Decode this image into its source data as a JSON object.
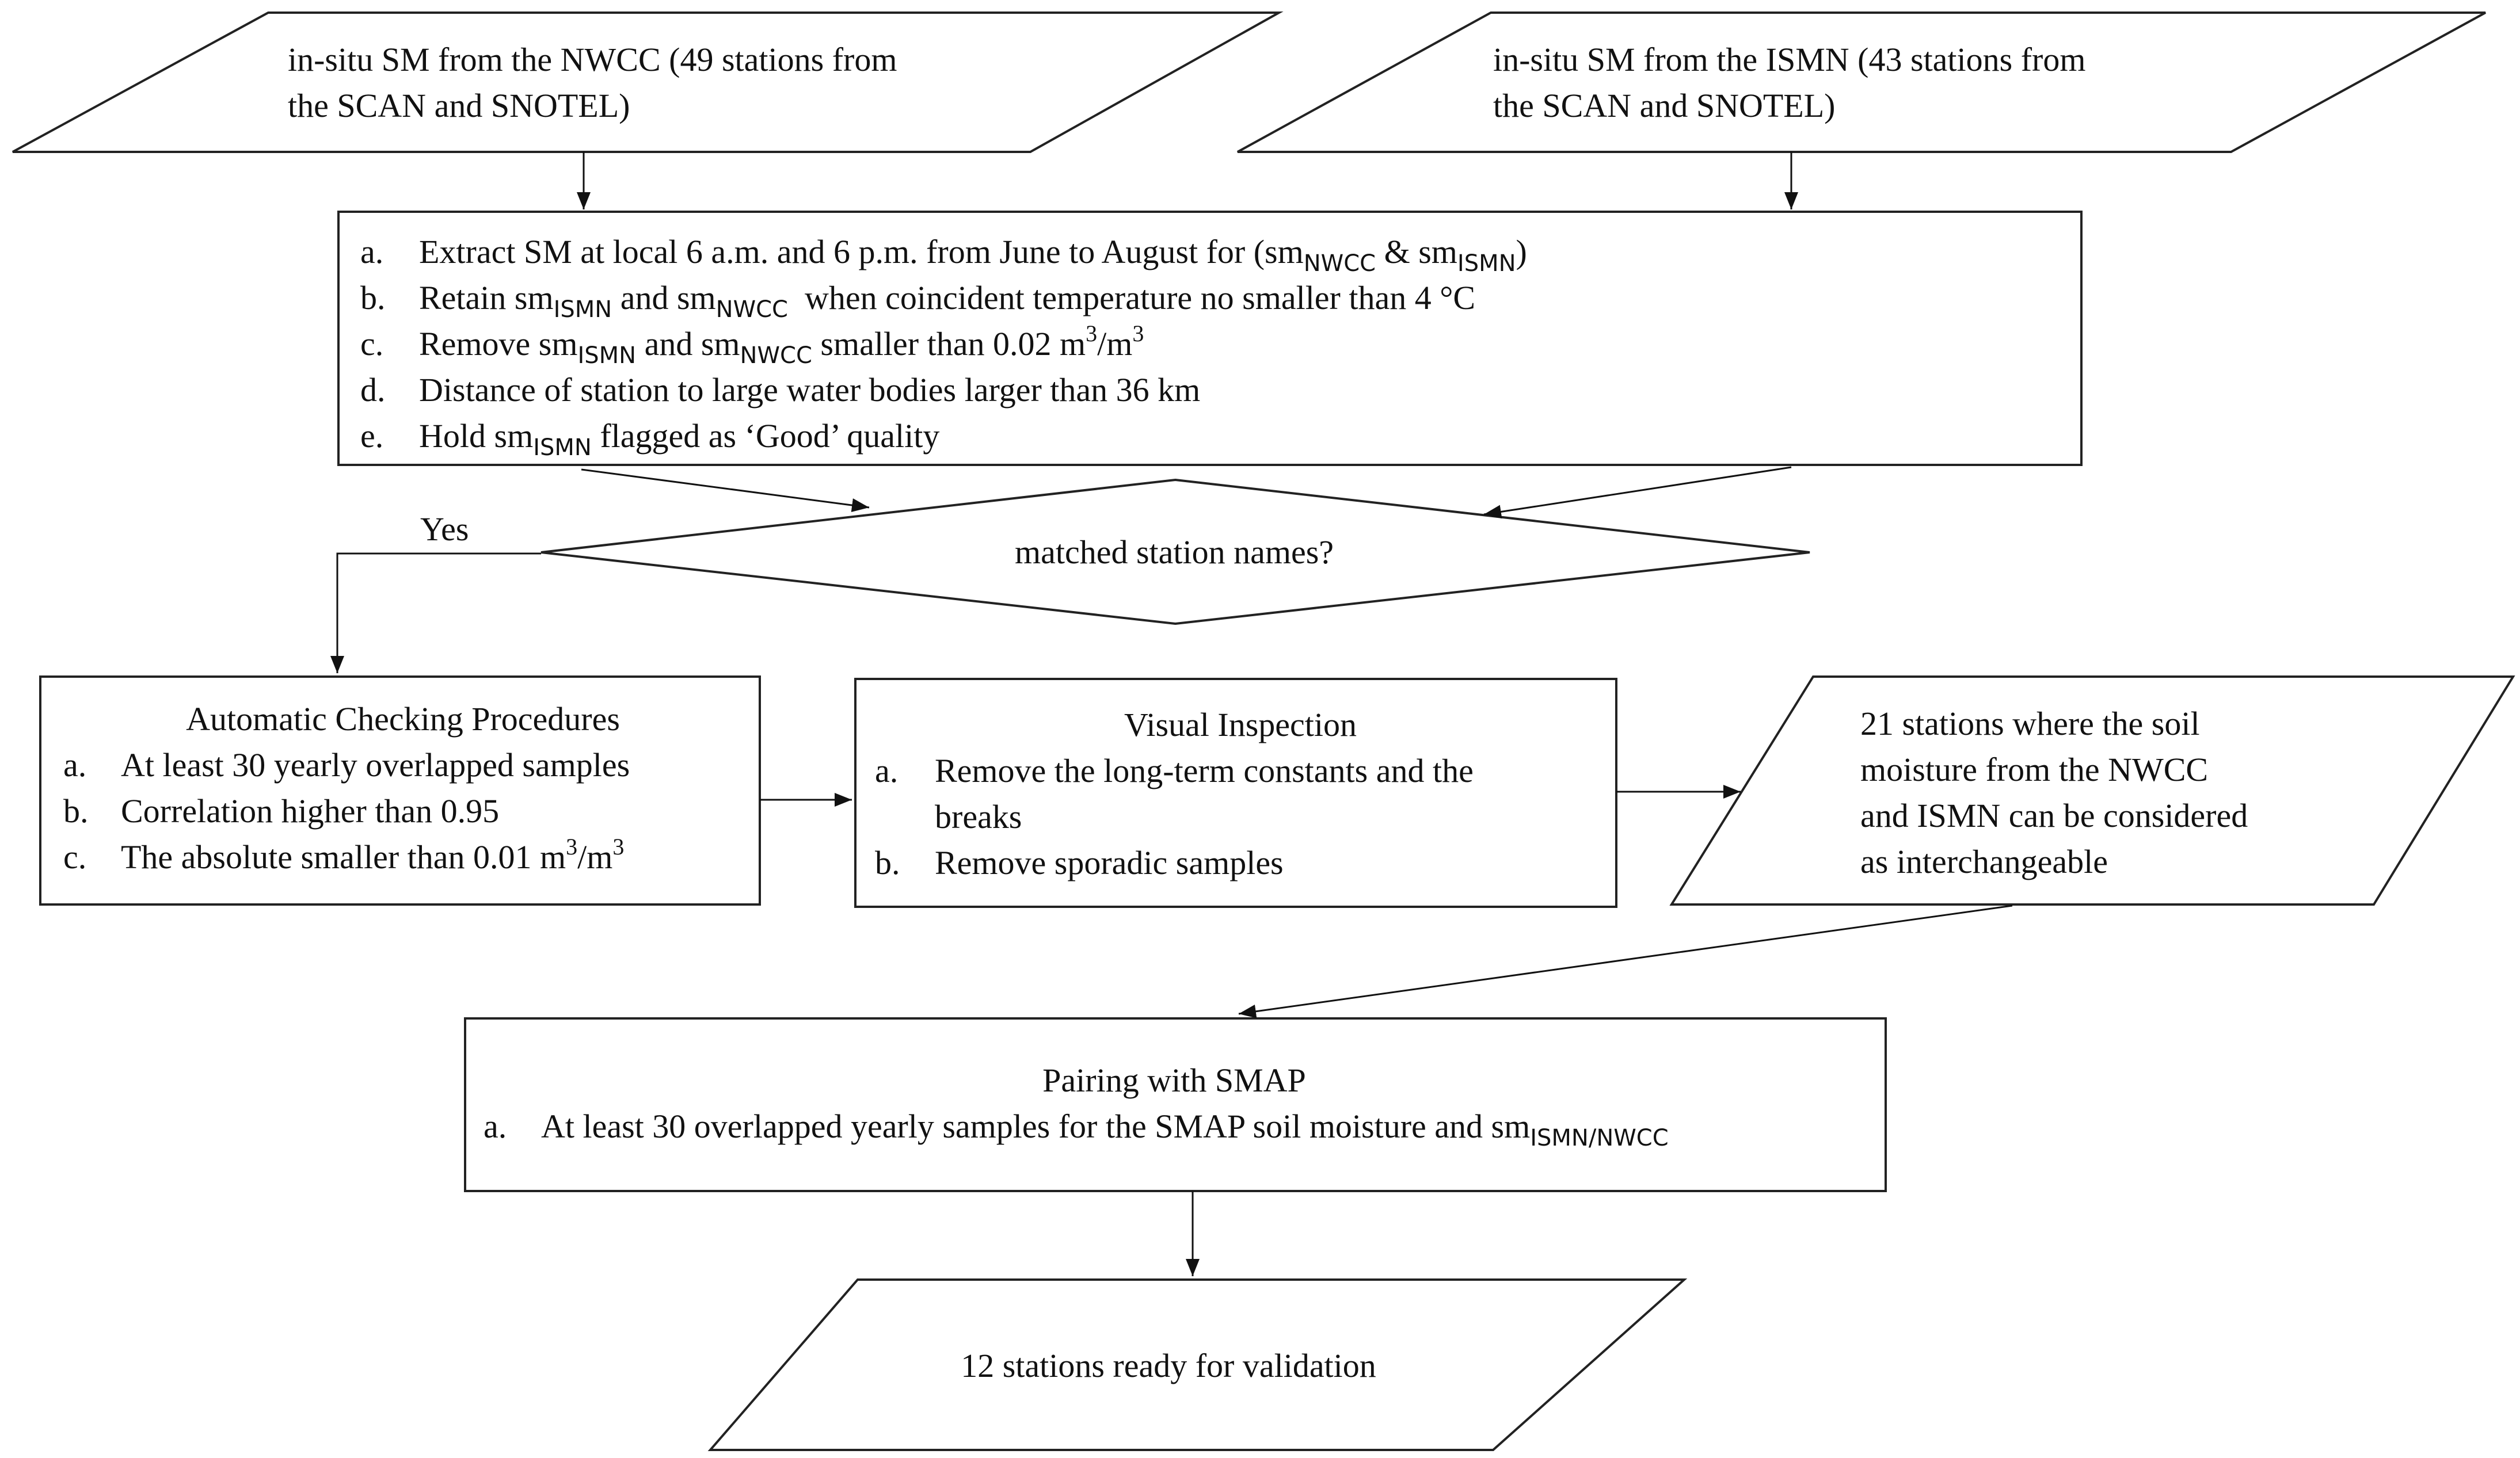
{
  "input_nwcc": {
    "line1": "in-situ SM from the NWCC (49 stations from",
    "line2": "the SCAN and SNOTEL)"
  },
  "input_ismn": {
    "line1": "in-situ SM from the ISMN (43 stations from",
    "line2": "the SCAN and SNOTEL)"
  },
  "filters": [
    {
      "letter": "a.",
      "t1": "Extract SM at local 6 a.m. and 6 p.m. from June to August for (sm",
      "s1": "NWCC",
      "t2": " & sm",
      "s2": "ISMN",
      "t3": ")"
    },
    {
      "letter": "b.",
      "t1": "Retain sm",
      "s1": "ISMN",
      "t2": " and sm",
      "s2": "NWCC",
      "t3": "  when coincident temperature no smaller than 4 °C"
    },
    {
      "letter": "c.",
      "t1": "Remove sm",
      "s1": "ISMN",
      "t2": " and sm",
      "s2": "NWCC",
      "t3": " smaller than 0.02 m",
      "sup1": "3",
      "t4": "/m",
      "sup2": "3"
    },
    {
      "letter": "d.",
      "t1": "Distance of station to large water bodies larger than 36 km"
    },
    {
      "letter": "e.",
      "t1": "Hold sm",
      "s1": "ISMN",
      "t2": " flagged as ‘Good’ quality"
    }
  ],
  "decision": {
    "label": "matched station names?",
    "yes": "Yes"
  },
  "auto_check": {
    "title": "Automatic Checking Procedures",
    "items": [
      {
        "letter": "a.",
        "text": "At least 30 yearly overlapped samples"
      },
      {
        "letter": "b.",
        "text": "Correlation higher than 0.95"
      },
      {
        "letter": "c.",
        "text": "The absolute smaller than 0.01 m",
        "sup1": "3",
        "text2": "/m",
        "sup2": "3"
      }
    ]
  },
  "visual": {
    "title": "Visual Inspection",
    "items": [
      {
        "letter": "a.",
        "line1": "Remove the long-term constants and the",
        "line2": "breaks"
      },
      {
        "letter": "b.",
        "line1": "Remove sporadic samples"
      }
    ]
  },
  "interchangeable": {
    "lines": [
      "21 stations where the soil",
      "moisture from the NWCC",
      "and ISMN can be considered",
      "as interchangeable"
    ]
  },
  "pairing": {
    "title": "Pairing with SMAP",
    "item": {
      "letter": "a.",
      "text": "At least 30 overlapped yearly samples for the SMAP soil moisture and sm",
      "sub": "ISMN/NWCC"
    }
  },
  "output": {
    "label": "12 stations ready for validation"
  }
}
